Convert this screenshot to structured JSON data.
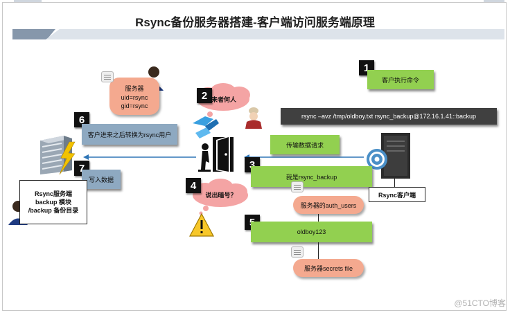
{
  "title": "Rsync备份服务器搭建-客户端访问服务端原理",
  "steps": {
    "s1": "1",
    "s2": "2",
    "s3": "3",
    "s4": "4",
    "s5": "5",
    "s6": "6",
    "s7": "7"
  },
  "labels": {
    "client_exec": "客户执行命令",
    "command": "rsync –avz /tmp/oldboy.txt rsync_backup@172.16.1.41::backup",
    "transfer_request": "传输数据请求",
    "who_is_it": "来者何人",
    "i_am": "我是rsync_backup",
    "server_auth_users": "服务器的auth_users",
    "tell_password": "说出暗号？",
    "password": "oldboy123",
    "server_secrets": "服务器secrets file",
    "client_label": "Rsync客户端",
    "server_user_title": "服务器",
    "server_uid": "uid=rsync",
    "server_gid": "gid=rsync",
    "convert_user": "客户进来之后转换为rsync用户",
    "write_data": "写入数据",
    "server_desc_1": "Rsync服务端",
    "server_desc_2": "backup 模块",
    "server_desc_3": "/backup 备份目录"
  },
  "watermark": "@51CTO博客",
  "colors": {
    "green": "#92d050",
    "slate": "#8ea9c1",
    "salmon": "#f4a98f",
    "dark": "#404040",
    "arrow": "#2e75b6",
    "cloud": "#f4a4a4"
  },
  "icons": {
    "server_left": "server-rack-icon",
    "server_right": "server-tower-icon",
    "door": "door-icon",
    "warning": "warning-icon",
    "gear": "gear-icon",
    "lightning": "lightning-icon",
    "arrows": "blue-arrows-icon",
    "guard": "guard-person-icon",
    "person": "person-icon"
  }
}
